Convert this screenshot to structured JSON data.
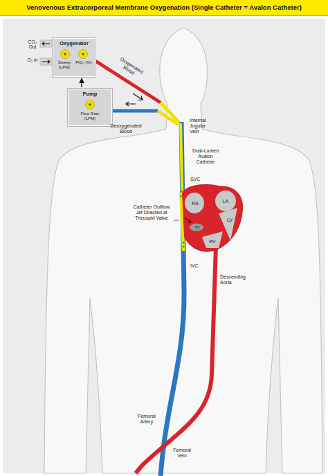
{
  "diagram": {
    "title": "Venovenous Extracorporeal Membrane Oxygenation (Single Catheter = Avalon Catheter)",
    "nodes": [
      {
        "text": [
          "Oxygenator",
          "Sweep (LPM)",
          "FIO₂ (%)"
        ]
      },
      {
        "text": [
          "Pump",
          "Flow Rate (LPM)"
        ]
      }
    ],
    "edges": [
      {
        "from": 1,
        "to": 0,
        "arrow": "to"
      }
    ],
    "labels": [
      "CO₂ Out",
      "O₂ In",
      "Oxygenated Blood",
      "Deoxygenated Blood",
      "Internal Jugular Vein",
      "Dual-Lumen Avalon Catheter",
      "SVC",
      "RA",
      "LA",
      "TV",
      "LV",
      "RV",
      "Catheter Outflow Jet Directed at Tricuspid Valve",
      "IVC",
      "Descending Aorta",
      "Femoral Artery",
      "Femoral Vein"
    ]
  }
}
